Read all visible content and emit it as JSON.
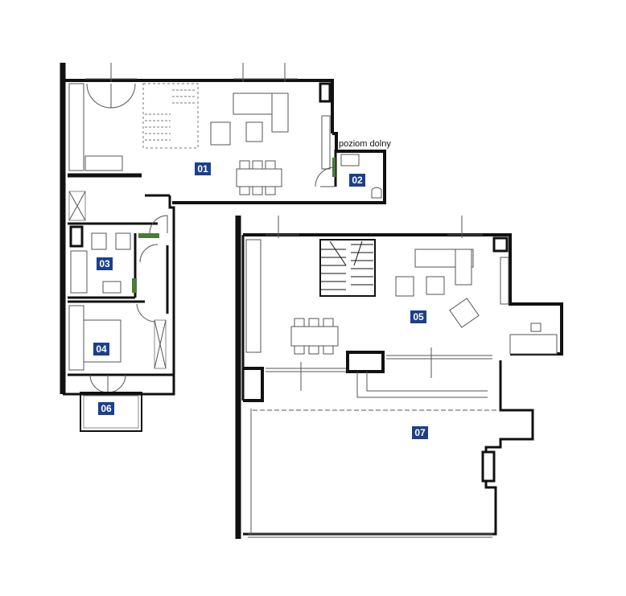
{
  "plan": {
    "level_note": "poziom dolny",
    "rooms": [
      {
        "id": "01",
        "label": "01"
      },
      {
        "id": "02",
        "label": "02"
      },
      {
        "id": "03",
        "label": "03"
      },
      {
        "id": "04",
        "label": "04"
      },
      {
        "id": "05",
        "label": "05"
      },
      {
        "id": "06",
        "label": "06"
      },
      {
        "id": "07",
        "label": "07"
      }
    ],
    "colors": {
      "badge": "#1c3f8c",
      "wall": "#111111",
      "accent_green": "#4c7a3a"
    }
  }
}
